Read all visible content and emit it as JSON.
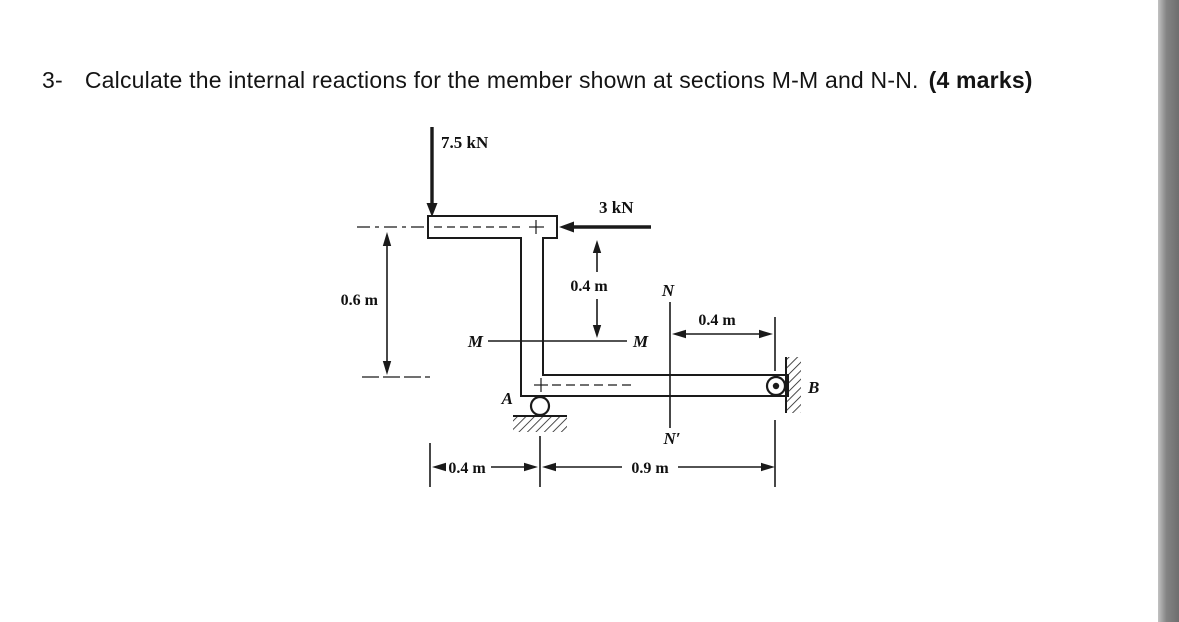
{
  "question": {
    "number": "3-",
    "text": "Calculate the internal reactions for the member shown at sections M-M and N-N.",
    "marks": "(4 marks)"
  },
  "figure": {
    "force_top": "7.5 kN",
    "force_side": "3 kN",
    "dim_height_left": "0.6 m",
    "dim_force_to_m": "0.4 m",
    "dim_n_to_b": "0.4 m",
    "dim_bottom_left": "0.4 m",
    "dim_bottom_right": "0.9 m",
    "section_m_left": "M",
    "section_m_right": "M",
    "section_n_top": "N",
    "section_n_bottom": "N′",
    "support_a_label": "A",
    "support_b_label": "B"
  },
  "colors": {
    "ink": "#1a1a1a",
    "page_edge_bar": "#6e6e6e"
  }
}
